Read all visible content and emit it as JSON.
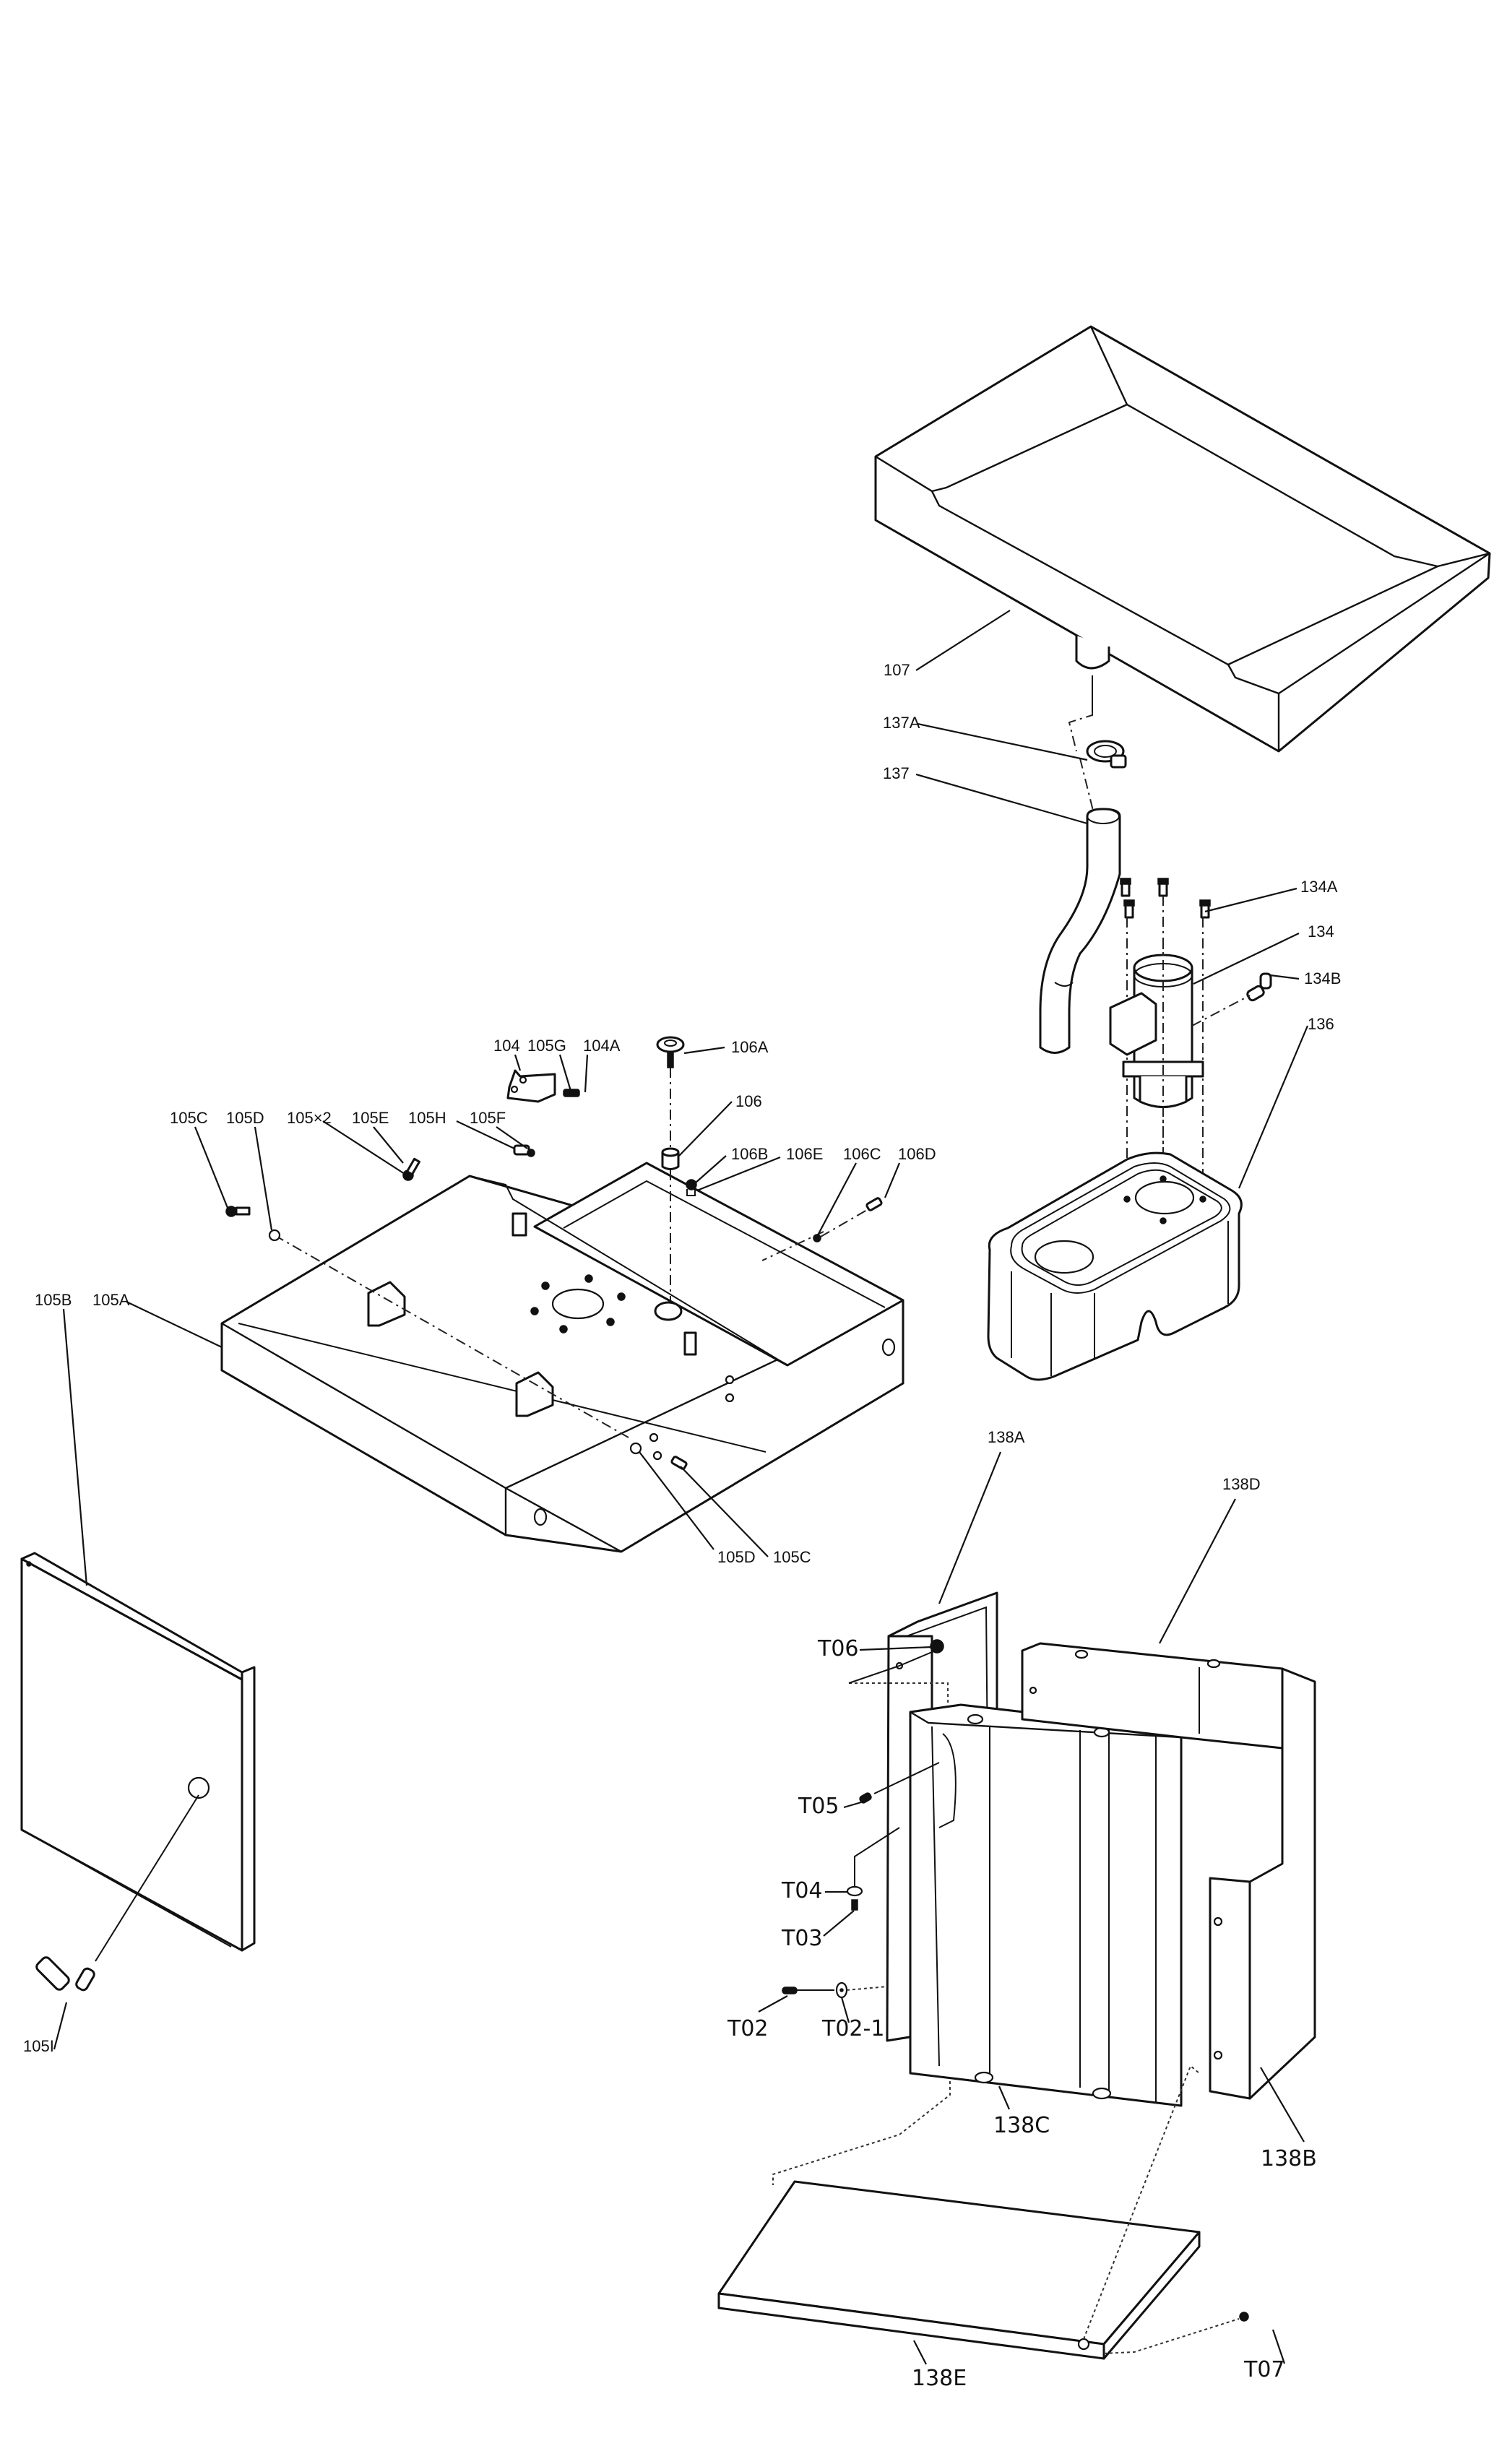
{
  "diagram": {
    "type": "exploded-parts-diagram",
    "labels": {
      "p107": "107",
      "p137A": "137A",
      "p137": "137",
      "p134A": "134A",
      "p134": "134",
      "p134B": "134B",
      "p136": "136",
      "p104": "104",
      "p105G": "105G",
      "p104A": "104A",
      "p106A": "106A",
      "p106": "106",
      "p105C_top": "105C",
      "p105D_top": "105D",
      "p105x2": "105×2",
      "p105E": "105E",
      "p105H": "105H",
      "p105F": "105F",
      "p106B": "106B",
      "p106E": "106E",
      "p106C": "106C",
      "p106D": "106D",
      "p105B": "105B",
      "p105A": "105A",
      "p105D_bottom": "105D",
      "p105C_bottom": "105C",
      "p105I": "105I",
      "p138A": "138A",
      "p138D": "138D",
      "pT06": "T06",
      "pT05": "T05",
      "pT04": "T04",
      "pT03": "T03",
      "pT02": "T02",
      "pT02_1": "T02-1",
      "p138C": "138C",
      "p138B": "138B",
      "p138E": "138E",
      "pT07": "T07"
    },
    "colors": {
      "line": "#111111",
      "background": "#ffffff"
    }
  }
}
